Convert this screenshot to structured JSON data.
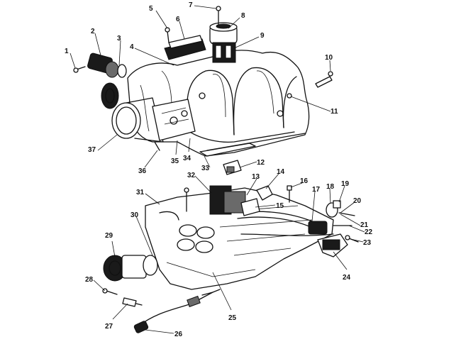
{
  "figure": {
    "callouts": [
      "1",
      "2",
      "3",
      "4",
      "5",
      "6",
      "7",
      "8",
      "9",
      "10",
      "11",
      "12",
      "13",
      "14",
      "15",
      "16",
      "17",
      "18",
      "19",
      "20",
      "21",
      "22",
      "23",
      "24",
      "25",
      "26",
      "27",
      "28",
      "29",
      "30",
      "31",
      "32",
      "33",
      "34",
      "35",
      "36",
      "37"
    ]
  }
}
